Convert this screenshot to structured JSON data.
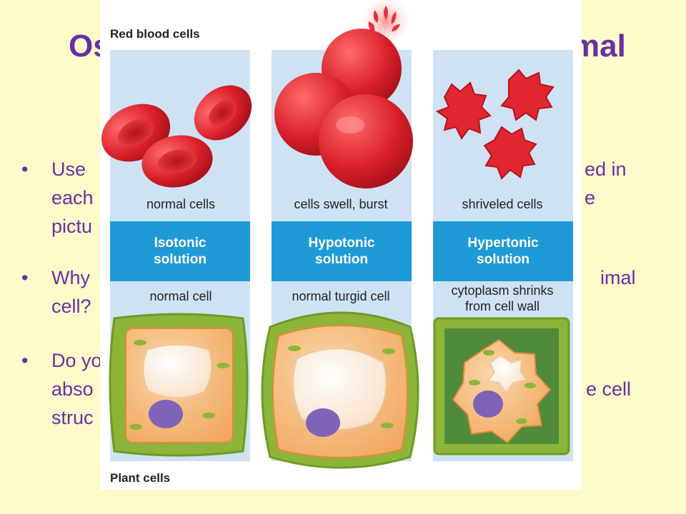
{
  "slide": {
    "title_left": "Os",
    "title_right": "mal",
    "bullets": [
      {
        "lines": [
          "Use",
          "each",
          "pictu"
        ],
        "right": [
          "ed in",
          "e"
        ]
      },
      {
        "lines": [
          "Why",
          "cell?"
        ],
        "right": [
          "imal"
        ]
      },
      {
        "lines": [
          "Do yo",
          "abso",
          "struc"
        ],
        "right": [
          "e cell"
        ]
      }
    ]
  },
  "figure": {
    "rbc_heading": "Red blood cells",
    "plant_heading": "Plant cells",
    "columns": [
      {
        "rbc_caption": "normal cells",
        "solution": [
          "Isotonic",
          "solution"
        ],
        "plant_caption": [
          "normal cell"
        ]
      },
      {
        "rbc_caption": "cells swell, burst",
        "solution": [
          "Hypotonic",
          "solution"
        ],
        "plant_caption": [
          "normal turgid cell"
        ]
      },
      {
        "rbc_caption": "shriveled cells",
        "solution": [
          "Hypertonic",
          "solution"
        ],
        "plant_caption": [
          "cytoplasm shrinks",
          "from cell wall"
        ]
      }
    ]
  },
  "colors": {
    "background": "#fdfbc9",
    "title": "#6a2ea6",
    "solution_bar": "#1e9ad6",
    "column_bg": "#cfe2f4",
    "rbc": "#d9202a",
    "cell_wall": "#8db53a",
    "cytoplasm": "#f3b06a",
    "nucleus": "#7f63b8"
  }
}
